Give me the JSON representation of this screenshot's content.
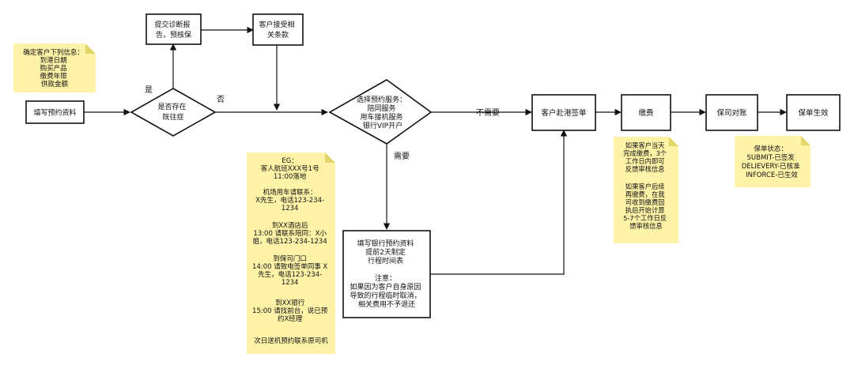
{
  "nodes": {
    "fill_info": "填写预约资料",
    "has_history": [
      "是否存在",
      "既往症"
    ],
    "submit_report": [
      "提交诊断报",
      "告，预核保"
    ],
    "accept_clause": [
      "客户接受相",
      "关条款"
    ],
    "select_service": [
      "选择预约服务：",
      "陪同服务",
      "用车接机服务",
      "银行VIP开户"
    ],
    "bank_form": [
      "填写银行预约资料",
      "提前2天制定",
      "行程时间表",
      "",
      "注意：",
      "如果因为客户自身原因",
      "导致的行程临时取消，",
      "相关费用不予退还"
    ],
    "sign": "客户赴港签单",
    "pay": "缴费",
    "reconcile": "保司对账",
    "effective": "保单生效"
  },
  "edge_labels": {
    "yes": "是",
    "no": "否",
    "not_needed": "不需要",
    "needed": "需要"
  },
  "notes": {
    "confirm": [
      "确定客户下列信息：",
      "到港日期",
      "购买产品",
      "缴费年限",
      "供款金额"
    ],
    "itinerary": [
      "EG：",
      "客人航班XXX号1号",
      "11:00落地",
      "",
      "机场用车请联系：",
      "X先生，电话123-234-",
      "1234",
      "",
      "到XX酒店后",
      "13:00 请联系陪同：X小",
      "姐，电话123-234-1234",
      "",
      "到保司门口",
      "14:00 请致电签单同事 X",
      "先生，电话123-234-",
      "1234",
      "",
      "到XX银行",
      "15:00 请找前台，说已预",
      "约X经理",
      "",
      "次日送机预约联系原司机"
    ],
    "payment": [
      "如果客户当天",
      "完成缴费，3个",
      "工作日内即可",
      "反馈审核信息",
      "",
      "如果客户后续",
      "再缴费，在我",
      "司收到缴费回",
      "执后开始计算",
      "5-7个工作日反",
      "馈审核信息"
    ],
    "status": [
      "保单状态：",
      "SUBMIT-已签发",
      "DELIEVERY-已核准",
      "INFORCE-已生效"
    ]
  }
}
